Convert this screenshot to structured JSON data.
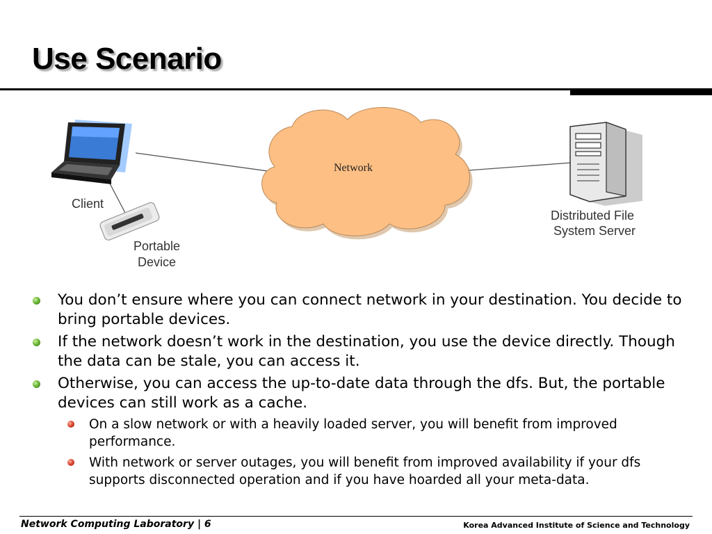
{
  "slide": {
    "title": "Use Scenario"
  },
  "diagram": {
    "client_label": "Client",
    "portable_label_line1": "Portable",
    "portable_label_line2": "Device",
    "network_label": "Network",
    "server_label_line1": "Distributed File",
    "server_label_line2": "System Server",
    "cloud_color": "#fdbf84"
  },
  "bullets": [
    "You don’t ensure where you can connect network in your destination. You decide to bring portable devices.",
    "If the network doesn’t work in the destination, you use the device directly. Though the data can be stale, you can access it.",
    "Otherwise, you can access the up-to-date data through the dfs. But, the portable devices can still work as a cache."
  ],
  "sub_bullets": [
    "On a slow network or with a heavily loaded server, you will benefit from improved performance.",
    "With network or server outages, you will benefit from improved availability if your dfs supports disconnected operation and if you have hoarded all your meta-data."
  ],
  "footer": {
    "left": "Network Computing Laboratory | 6",
    "right": "Korea Advanced Institute of Science and Technology"
  }
}
